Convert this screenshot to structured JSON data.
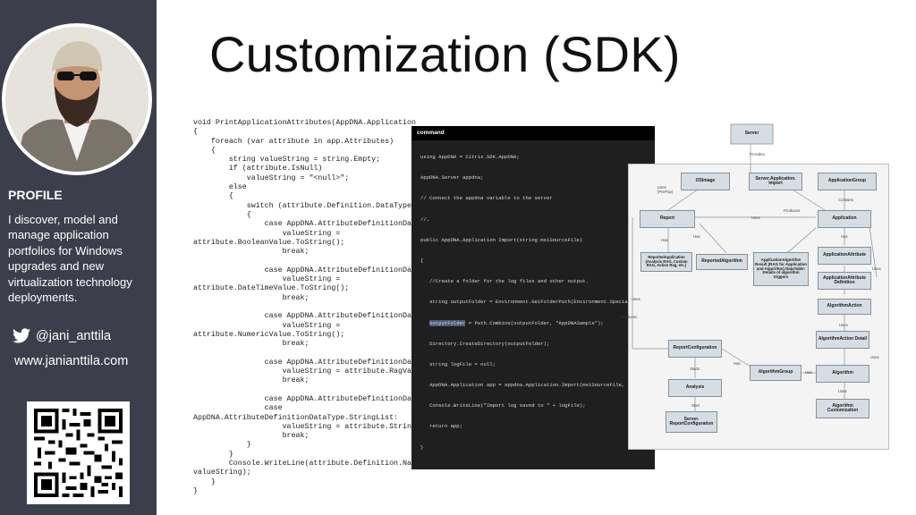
{
  "slide": {
    "title": "Customization (SDK)"
  },
  "sidebar": {
    "profile_heading": "PROFILE",
    "bio": "I discover, model and manage application portfolios for Windows upgrades and new virtualization technology deployments.",
    "twitter_handle": "@jani_anttila",
    "website": "www.janianttila.com"
  },
  "code_snippet": {
    "lines": [
      "void PrintApplicationAttributes(AppDNA.Application app)",
      "{",
      "    foreach (var attribute in app.Attributes)",
      "    {",
      "        string valueString = string.Empty;",
      "        if (attribute.IsNull)",
      "            valueString = \"<null>\";",
      "        else",
      "        {",
      "            switch (attribute.Definition.DataType)",
      "            {",
      "                case AppDNA.AttributeDefinitionDataType.Boolean:",
      "                    valueString =",
      "attribute.BooleanValue.ToString();",
      "                    break;",
      "",
      "                case AppDNA.AttributeDefinitionDataType.DateTime:",
      "                    valueString =",
      "attribute.DateTimeValue.ToString();",
      "                    break;",
      "",
      "                case AppDNA.AttributeDefinitionDataType.Numeric:",
      "                    valueString =",
      "attribute.NumericValue.ToString();",
      "                    break;",
      "",
      "                case AppDNA.AttributeDefinitionDataType.RagValue:",
      "                    valueString = attribute.RagValue.ToString();",
      "                    break;",
      "",
      "                case AppDNA.AttributeDefinitionDataType.String:",
      "                case",
      "AppDNA.AttributeDefinitionDataType.StringList:",
      "                    valueString = attribute.StringValue;",
      "                    break;",
      "            }",
      "        }",
      "        Console.WriteLine(attribute.Definition.Name + \": \" +",
      "valueString);",
      "    }",
      "}"
    ]
  },
  "console_window": {
    "title": "command",
    "lines": [
      "using AppDNA = Citrix.SDK.AppDNA;",
      "",
      "AppDNA.Server appdna;",
      "",
      "// Connect the appdna variable to the server",
      "",
      "//…",
      "",
      "public AppDNA.Application Import(string msiSourceFile)",
      "",
      "{",
      "",
      "   //Create a folder for the log files and other output.",
      "",
      "   string outputFolder = Environment.GetFolderPath(Environment.SpecialFolder.MyDocuments);",
      "",
      "   outputFolder = Path.Combine(outputFolder, \"AppDNASample\");",
      "",
      "   Directory.CreateDirectory(outputFolder);",
      "",
      "   string logFile = null;",
      "",
      "   AppDNA.Application app = appdna.Application.Import(msiSourceFile, outputFolder, ref logFile);",
      "",
      "   Console.WriteLine(\"Import log saved to \" + logFile);",
      "",
      "   return app;",
      "",
      "}"
    ]
  },
  "diagram": {
    "boxes": {
      "server": "Server",
      "osimage": "OSImage",
      "server_app_import": "Server.Application. Import",
      "application_group": "ApplicationGroup",
      "report": "Report",
      "application": "Application",
      "reported_application": "ReportedApplication (Analysis RAG, Custom RAG, Action Rag, etc.)",
      "reported_algorithm": "ReportedAlgorithm",
      "application_algorithm": "ApplicationAlgorithm Result (RAG for Application and Algorithm) DataTable: Details of algorithm triggers",
      "application_attribute": "ApplicationAttribute",
      "app_attr_definition": "ApplicationAttribute Definition",
      "algorithm_action": "AlgorithmAction",
      "algorithm_action_detail": "AlgorithmAction Detail",
      "report_configuration": "ReportConfiguration",
      "algorithm_group": "AlgorithmGroup",
      "algorithm": "Algorithm",
      "analysis": "Analysis",
      "algorithm_customization": "Algorithm Customization",
      "server_report_configuration": "Server. ReportConfiguration"
    },
    "labels": {
      "provides": "Provides",
      "uses_prepop": "Uses (PrePop)",
      "uses": "Uses",
      "produces": "Produces",
      "contains": "Contains",
      "has": "Has",
      "starts": "Starts",
      "start": "Start"
    }
  },
  "colors": {
    "sidebar_bg": "#3c3f4b",
    "console_bg": "#1f1f1f",
    "diagram_box": "#d7dde4",
    "twitter_icon": "#ffffff"
  }
}
